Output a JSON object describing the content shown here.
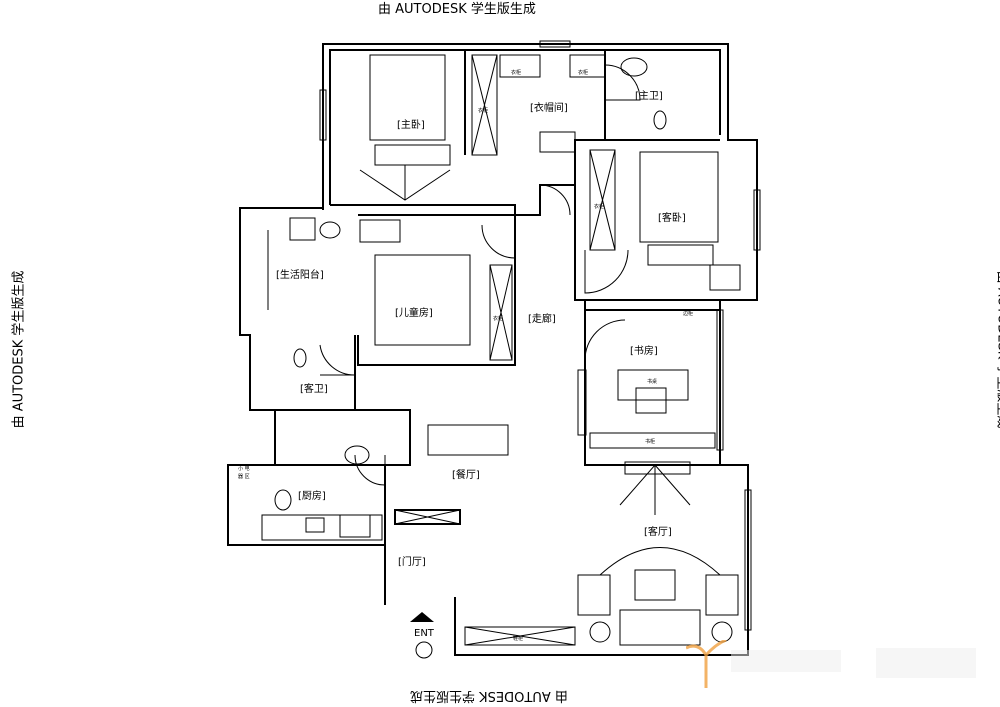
{
  "watermark": "由 AUTODESK 学生版生成",
  "rooms": {
    "master_bedroom": "[主卧]",
    "cloakroom": "[衣帽间]",
    "master_bath": "[主卫]",
    "guest_bedroom": "[客卧]",
    "balcony": "[生活阳台]",
    "kids_room": "[儿童房]",
    "corridor": "[走廊]",
    "study": "[书房]",
    "guest_bath": "[客卫]",
    "dining": "[餐厅]",
    "kitchen": "[厨房]",
    "foyer": "[门厅]",
    "living": "[客厅]"
  },
  "furniture_labels": {
    "wardrobe": "衣柜",
    "desk": "书桌",
    "bookcase": "书柜",
    "side_cabinet": "边柜",
    "appliance_area_1": "小 电",
    "appliance_area_2": "器 区",
    "shoe_cabinet": "鞋柜"
  },
  "entrance": "ENT",
  "colors": {
    "logo": "#f0a040"
  }
}
